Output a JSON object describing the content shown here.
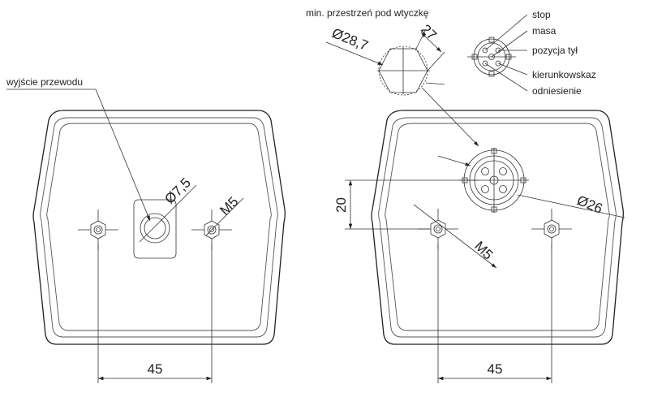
{
  "labels": {
    "cable_outlet": "wyjście przewodu",
    "plug_space": "min. przestrzeń pod wtyczkę",
    "pin_stop": "stop",
    "pin_ground": "masa",
    "pin_rear_position": "pozycja tył",
    "pin_indicator": "kierunkowskaz",
    "pin_reference": "odniesienie"
  },
  "dimensions": {
    "left_hole_spacing": "45",
    "right_hole_spacing": "45",
    "cable_hole_diameter": "Ø7,5",
    "left_thread": "M5",
    "right_thread": "M5",
    "socket_offset": "20",
    "socket_diameter": "Ø26",
    "plug_clearance_diameter": "Ø28,7",
    "plug_hex_size": "27"
  }
}
